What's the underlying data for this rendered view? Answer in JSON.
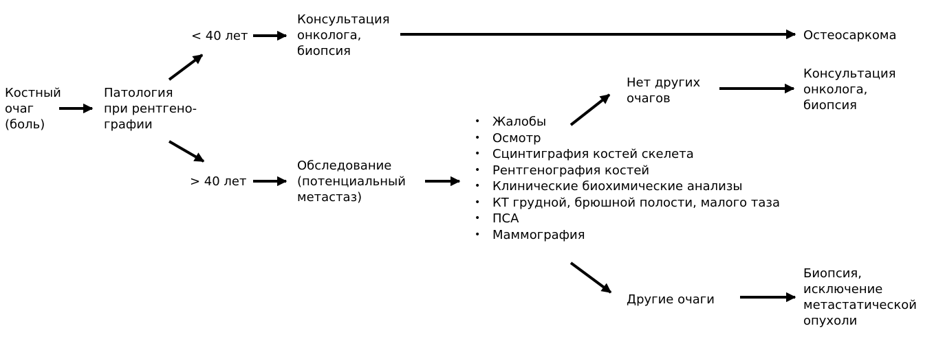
{
  "nodes": {
    "bone_lesion": [
      "Костный",
      "очаг",
      "(боль)"
    ],
    "xray_pathology": [
      "Патология",
      "при рентгено-",
      "графии"
    ],
    "under_40": [
      "< 40 лет"
    ],
    "over_40": [
      "> 40 лет"
    ],
    "oncologist_top": [
      "Консультация",
      "онколога,",
      "биопсия"
    ],
    "osteosarcoma": [
      "Остеосаркома"
    ],
    "examination": [
      "Обследование",
      "(потенциальный",
      "метастаз)"
    ],
    "no_other_lesions": [
      "Нет других",
      "очагов"
    ],
    "oncologist_right": [
      "Консультация",
      "онколога,",
      "биопсия"
    ],
    "other_lesions": [
      "Другие очаги"
    ],
    "biopsy_exclusion": [
      "Биопсия,",
      "исключение",
      "метастатической",
      "опухоли"
    ]
  },
  "exam_items": [
    "Жалобы",
    "Осмотр",
    "Сцинтиграфия костей скелета",
    "Рентгенография костей",
    "Клинические биохимические анализы",
    "КТ грудной, брюшной полости, малого таза",
    "ПСА",
    "Маммография"
  ],
  "colors": {
    "line": "#000000",
    "text": "#000000",
    "background": "#ffffff"
  }
}
